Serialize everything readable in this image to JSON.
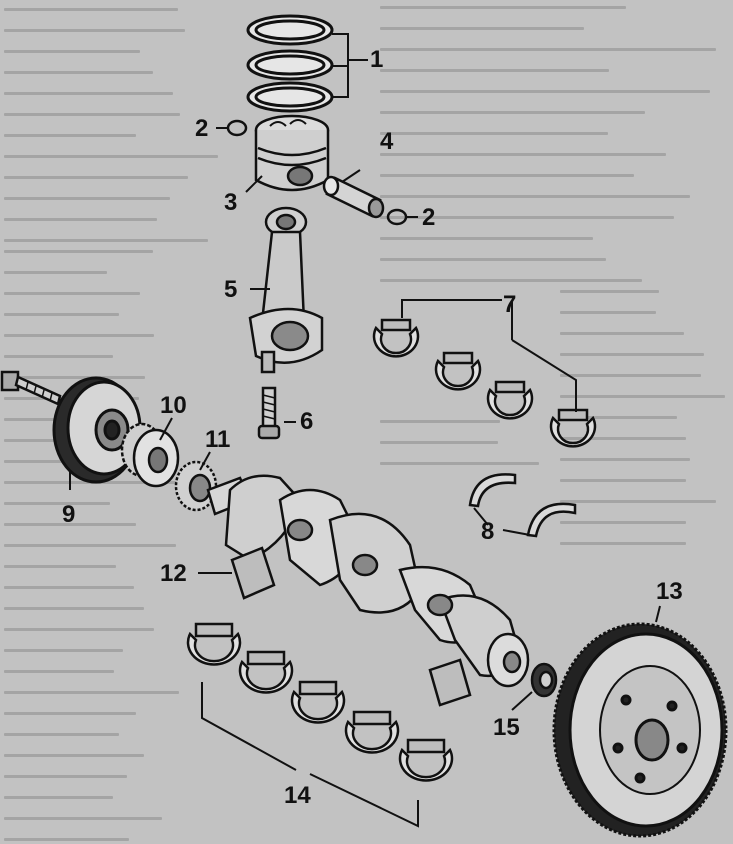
{
  "callouts": [
    {
      "id": "piston-rings",
      "label": "1"
    },
    {
      "id": "circlip-left",
      "label": "2"
    },
    {
      "id": "circlip-right",
      "label": "2"
    },
    {
      "id": "piston",
      "label": "3"
    },
    {
      "id": "piston-pin",
      "label": "4"
    },
    {
      "id": "connecting-rod",
      "label": "5"
    },
    {
      "id": "rod-bolt",
      "label": "6"
    },
    {
      "id": "rod-bearing-shells",
      "label": "7"
    },
    {
      "id": "thrust-washers",
      "label": "8"
    },
    {
      "id": "pulley",
      "label": "9"
    },
    {
      "id": "sprocket",
      "label": "10"
    },
    {
      "id": "gear",
      "label": "11"
    },
    {
      "id": "crankshaft",
      "label": "12"
    },
    {
      "id": "flywheel",
      "label": "13"
    },
    {
      "id": "main-bearing-shells",
      "label": "14"
    },
    {
      "id": "oil-seal",
      "label": "15"
    }
  ],
  "colors": {
    "ink": "#111111",
    "paper": "#c2c2c2",
    "shade": "#8a8a8a",
    "light": "#e6e6e6"
  }
}
